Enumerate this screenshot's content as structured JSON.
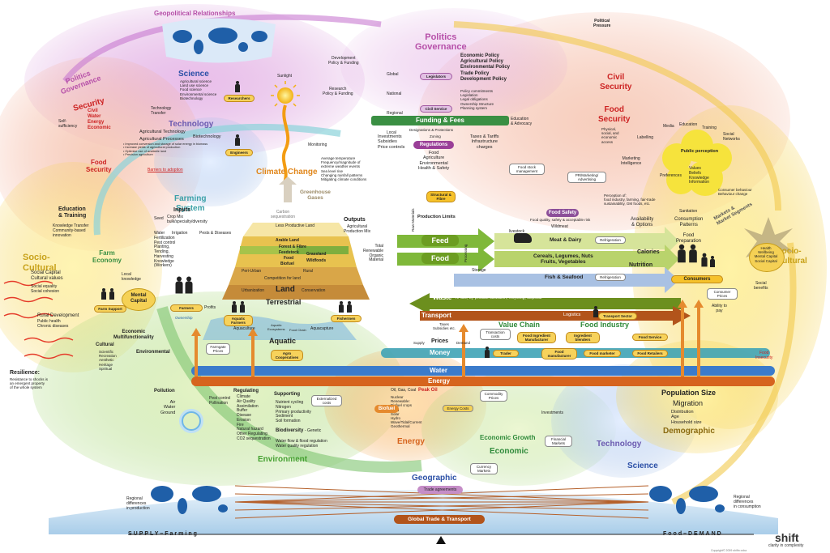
{
  "labels": {
    "geopolitical": "Geopolitical Relationships",
    "political_pressure": "Political\nPressure",
    "politics_governance": "Politics\nGovernance",
    "politics_left": "Politics\nGovernance",
    "gov_levels": [
      "Global",
      "National",
      "Regional",
      "Local"
    ],
    "legislators": "Legislators",
    "civil_service": "Civil Service",
    "policies_bold": "Economic Policy\nAgricultural Policy\nEnvironmental Policy\nTrade Policy\nDevelopment Policy",
    "policies_small": "Policy commitments\nLegislation\nLegal obligations\nOwnership Structure\nPlanning system",
    "dev_policy": "Development\nPolicy & Funding",
    "research_policy": "Research\nPolicy & Funding",
    "education_advocacy": "Education\n& Advocacy",
    "funding_fees": "Funding & Fees",
    "designations": "Designations & Protections",
    "zoning": "Zoning",
    "regulations": "Regulations",
    "reg_items": "Food\nAgriculture\nEnvironmental\nHealth & Safety",
    "investments_subsidies": "Investments\nSubsidies\nPrice controls",
    "taxes": "Taxes & Tariffs\nInfrastructure\ncharges",
    "civil_security": "Civil\nSecurity",
    "food_security_right": "Food\nSecurity",
    "fs_right_sub": "Physical,\nsocial, and\neconomic\naccess",
    "security_left": "Security",
    "security_items": "Civil\nWater\nEnergy\nEconomic",
    "self_sufficiency": "Self-\nsufficiency",
    "food_security_left": "Food\nSecurity",
    "science": "Science",
    "science_items": "Agricultural science\nLand use science\nFood science\nEnvironmental science\nBiotechnology",
    "researchers": "Researchers",
    "sunlight": "Sunlight",
    "tech_transfer": "Technology\nTransfer",
    "technology": "Technology",
    "ag_technology": "Agricultural Technology",
    "biotechnology": "Biotechnology",
    "ag_processes": "Agricultural Processes",
    "tech_bullets": "• Improved conversion and storage of solar energy in biomass\n• Increase yields of agricultural production\n• Optimise use of available land\n• Precision agriculture",
    "engineers": "Engineers",
    "barriers": "Barriers to adoption",
    "monitoring": "Monitoring",
    "climate_change": "Climate Change",
    "climate_items": "Average temperature\nFrequency/magnitude of\nextreme weather events\nSea level rise\nChanging rainfall patterns\nMitigating climate conditions",
    "carbon_seq": "Carbon\nsequestration",
    "ghg": "Greenhouse\nGases",
    "education_training": "Education\n& Training",
    "edu_items": "Knowledge Transfer\nCommunity-based\ninnovation",
    "farming_system": "Farming\nSystem",
    "inputs": "Inputs",
    "seed": "Seed",
    "crop_mix": "Crop Mix\nbulk/specialty/diversity",
    "inputs_list": "Water\nFertilization\nPest control\nPlanting,\nTending,\nHarvesting\nKnowledge\n(Workers)",
    "irrigation": "Irrigation",
    "pests": "Pests & Diseases",
    "farm_economy": "Farm\nEconomy",
    "local_knowledge": "Local\nknowledge",
    "mental_capital": "Mental\nCapital",
    "farm_support": "Farm Support",
    "farmers": "Farmers",
    "ownership": "Ownership",
    "profits": "Profits",
    "socio_left": "Socio-\nCultural",
    "socio_left_items": "Social Capital\nCultural values",
    "socio_left_small": "Social equality\nSocial cohesion",
    "rural_dev": "Rural Development",
    "rural_items": "Public health\nChronic diseases",
    "econ_multi": "Economic\nMultifunctionality",
    "cultural": "Cultural",
    "cultural_items": "Scientific\nRecreation\nAesthetic\nHeritage\nSpiritual",
    "environmental": "Environmental",
    "resilience": "Resilience:",
    "resilience_sub": "Resistance to shocks is\nan emergent property\nof the whole system",
    "land_layers": [
      "Less Productive Land",
      "Arable Land",
      "Forest & Fibre",
      "Feedstock",
      "Food",
      "Biofuel",
      "Grassland",
      "Wildfoods",
      "Peri-Urban",
      "Rural",
      "Competition for land",
      "Urbanization",
      "Conservation"
    ],
    "land": "Land",
    "terrestrial": "Terrestrial",
    "aquatic_farmers": "Aquatic\nFarmers",
    "fishermen": "Fishermen",
    "aquaculture": "Aquaculture",
    "aquatic_ecosystems": "Aquatic\nEcosystems",
    "food_chain": "Food Chain",
    "aquacapture": "Aquacapture",
    "aquatic": "Aquatic",
    "farmgate": "Farmgate\nPrices",
    "agro_coops": "Agro\nCooperatives",
    "outputs": "Outputs",
    "outputs_sub": "Agricultural\nProduction Mix",
    "outputs_items": "Total\nRenewable\nOrganic\nMaterial",
    "structural": "Structural\n& Fibre",
    "production_limits": "Production Limits",
    "raw_materials": "Raw Materials",
    "processing": "Processing",
    "feed": "Feed",
    "food": "Food",
    "storage": "Storage",
    "livestock": "livestock",
    "wildmeat": "Wildmeat",
    "food_safety": "Food Safety",
    "food_safety_sub": "Food quality, safety & acceptable risk",
    "meat_dairy": "Meat & Dairy",
    "cereals": "Cereals, Legumes, Nuts\nFruits, Vegetables",
    "fish_seafood": "Fish & Seafood",
    "refrigeration": "Refrigeration",
    "availability": "Availability\n& Options",
    "calories": "Calories",
    "nutrition": "Nutrition",
    "waste": "Waste",
    "waste_sub": "re-use, by-product utilization, recycling, disposal",
    "transport": "Transport",
    "logistics": "Logistics",
    "transport_sector": "Transport Sector",
    "value_chain": "Value Chain",
    "food_industry": "Food Industry",
    "taxes_subsidies": "Taxes\nSubsidies etc.",
    "supply": "Supply",
    "demand": "Demand",
    "prices": "Prices",
    "transaction": "Transaction\ncosts",
    "trader": "Trader",
    "fim1": "Food Ingredient\nManufacturer",
    "ingredient_blenders": "Ingredient\nblenders",
    "food_manufacturer": "Food\nmanufacturer",
    "food_marketer": "Food marketer",
    "food_service": "Food Service",
    "food_retailers": "Food Retailers",
    "money": "Money",
    "water": "Water",
    "energy_bar": "Energy",
    "energy_items": "Oil, Gas, Coal",
    "peak_oil": "Peak Oil",
    "energy_list": "Nuclear\nRenewable:\nBiofuel crops\nWind\nSolar\nHydro\nWave/Tidal/Current\nGeothermal",
    "biofuel": "Biofuel",
    "energy_costs": "Energy\nCosts",
    "energy_section": "Energy",
    "commodity_prices": "Commodity\nPrices",
    "investments": "Investments",
    "financial_markets": "Financial\nMarkets",
    "economic_growth": "Economic Growth",
    "economic": "Economic",
    "currency_markets": "Currency\nMarkets",
    "technology_bottom": "Technology",
    "science_bottom": "Science",
    "pollution": "Pollution",
    "pollution_items": "Air\nWater\nGround",
    "pest_control": "Pest control\nPollination",
    "regulating": "Regulating",
    "regulating_items": "Climate\nAir Quality\nAssimilation\nBuffer\nDisease\nErosion\nFire\nNatural hazard\nOther Regulating\nCO2 sequestration",
    "supporting": "Supporting",
    "supporting_items": "Nutrient cycling\nNitrogen\nPrimary productivity\nSediment\nSoil formation",
    "biodiversity": "Biodiversity",
    "biodiversity_sub": "- Genetic",
    "water_flow": "Water flow & flood regulation\nWater quality regulation",
    "externalized": "Externalized\ncosts",
    "environment": "Environment",
    "population_size": "Population Size",
    "migration": "Migration",
    "demo_items": "Distribution\nAge\nHousehold size",
    "demographic": "Demographic",
    "consumers": "Consumers",
    "consumer_prices": "Consumer\nPrices",
    "ability_pay": "Ability to\npay",
    "food_insecurity": "Food\nInsecurity",
    "consumption": "Consumption\nPatterns",
    "food_prep": "Food\nPreparation",
    "sanitation": "Sanitation",
    "markets_segments": "Markets &\nMarket Segments",
    "socio_right": "Socio-\nCultural",
    "health_items": "Health\nWellbeing\nMental Capital\nSocial Capital",
    "social_benefits": "Social\nbenefits",
    "labelling": "Labelling",
    "media": "Media",
    "education_r": "Education",
    "training_r": "Training",
    "social_networks": "Social\nNetworks",
    "marketing_intel": "Marketing\nIntelligence",
    "pr_marketing": "PR/Marketing/\nAdvertising",
    "public_perception": "Public perception",
    "preferences": "Preferences",
    "pp_items": "Values\nBeliefs\nKnowledge\nInformation",
    "consumer_behaviour": "Consumer behaviour\nBehaviour change",
    "food_stock": "Food stock\nmanagement",
    "perception": "Perception of:\nfood industry, farming, fair-trade\nsustainability, GM foods, etc.",
    "geographic": "Geographic",
    "trade_agreements": "Trade agreements",
    "global_trade": "Global Trade & Transport",
    "regional_production": "Regional\ndifferences\nin production",
    "regional_consumption": "Regional\ndifferences\nin consumption",
    "supply_farming": "SUPPLY–Farming",
    "food_demand": "Food–DEMAND",
    "brand": "shift",
    "tagline": "clarity in complexity",
    "copyright": "Copyright© 2009 shiftn cvba"
  },
  "colors": {
    "politics": "#b64fa8",
    "security": "#cc2222",
    "science": "#2b4fa6",
    "technology": "#6b5ab0",
    "farming": "#3aa0a8",
    "socio": "#c8a21a",
    "environment": "#44a030",
    "energy": "#d6641e",
    "economic": "#2f8a3a",
    "water": "#3b7bcb",
    "money": "#3fa3b6",
    "waste": "#6c8f1e",
    "transport": "#b2541b"
  }
}
